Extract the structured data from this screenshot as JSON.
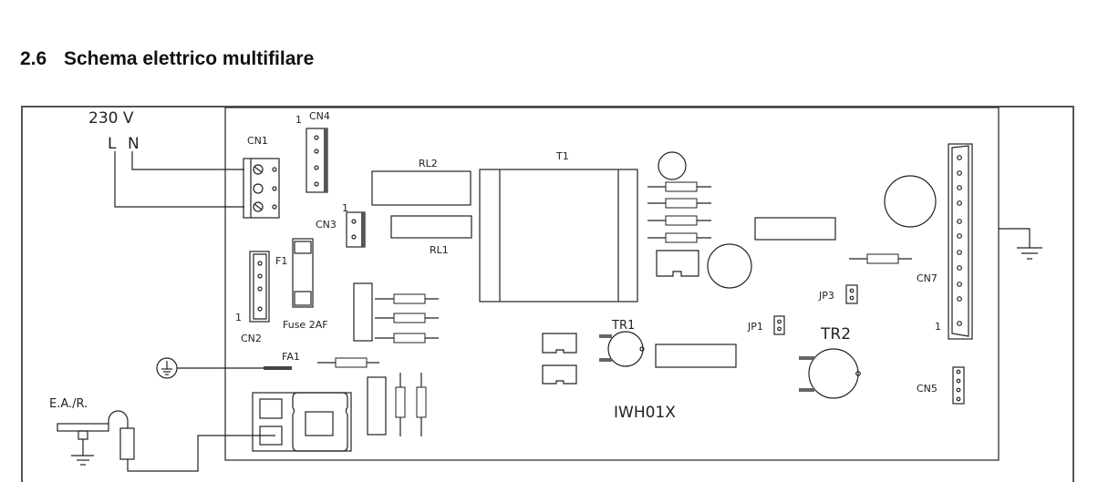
{
  "heading": {
    "number": "2.6",
    "text": "Schema elettrico multifilare"
  },
  "labels": {
    "voltage": "230 V",
    "line": "L",
    "neutral": "N",
    "cn1": "CN1",
    "cn2": "CN2",
    "cn3": "CN3",
    "cn4": "CN4",
    "cn5": "CN5",
    "cn7": "CN7",
    "pin1": "1",
    "rl1": "RL1",
    "rl2": "RL2",
    "t1": "T1",
    "f1": "F1",
    "fuse": "Fuse  2AF",
    "fa1": "FA1",
    "tr1": "TR1",
    "tr2": "TR2",
    "jp1": "JP1",
    "jp3": "JP3",
    "board": "IWH01X",
    "ea_r": "E.A./R."
  }
}
